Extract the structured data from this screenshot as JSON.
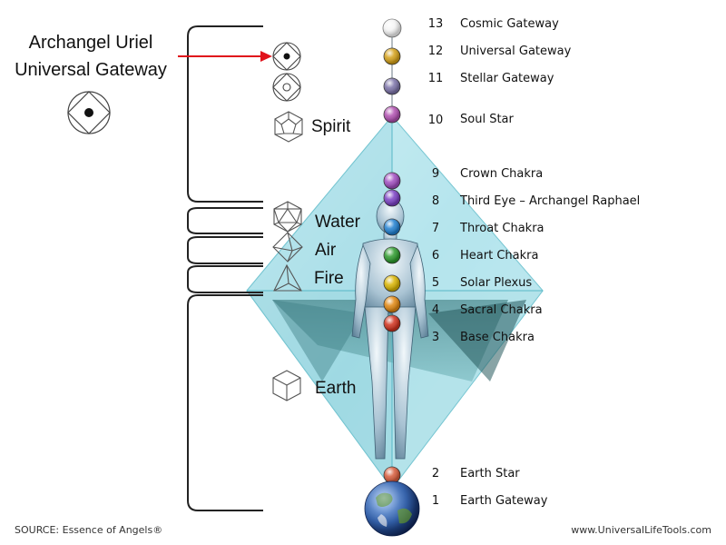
{
  "callout": {
    "line1": "Archangel Uriel",
    "line2": "Universal Gateway",
    "arrow_color": "#e0121b",
    "icon": "circle-in-diamond-icon"
  },
  "elements": [
    {
      "label": "Spirit",
      "icon": "dodecahedron-icon"
    },
    {
      "label": "Water",
      "icon": "icosahedron-icon"
    },
    {
      "label": "Air",
      "icon": "octahedron-icon"
    },
    {
      "label": "Fire",
      "icon": "tetrahedron-icon"
    },
    {
      "label": "Earth",
      "icon": "cube-icon"
    }
  ],
  "chakras": [
    {
      "number": "13",
      "name": "Cosmic Gateway",
      "color": "#f4f4f4"
    },
    {
      "number": "12",
      "name": "Universal Gateway",
      "color": "#d4a017"
    },
    {
      "number": "11",
      "name": "Stellar Gateway",
      "color": "#7b72a8"
    },
    {
      "number": "10",
      "name": "Soul Star",
      "color": "#b04fb0"
    },
    {
      "number": "9",
      "name": "Crown Chakra",
      "color": "#a04cc0"
    },
    {
      "number": "8",
      "name": "Third Eye – Archangel Raphael",
      "color": "#7a3fc4"
    },
    {
      "number": "7",
      "name": "Throat Chakra",
      "color": "#1f7fd0"
    },
    {
      "number": "6",
      "name": "Heart Chakra",
      "color": "#2c9a2c"
    },
    {
      "number": "5",
      "name": "Solar Plexus",
      "color": "#d9b400"
    },
    {
      "number": "4",
      "name": "Sacral Chakra",
      "color": "#e0860f"
    },
    {
      "number": "3",
      "name": "Base Chakra",
      "color": "#d0301c"
    },
    {
      "number": "2",
      "name": "Earth Star",
      "color": "#d65a3a"
    },
    {
      "number": "1",
      "name": "Earth Gateway",
      "color": "#2a5aa8"
    }
  ],
  "footer": {
    "source": "SOURCE:  Essence of Angels®",
    "website": "www.UniversalLifeTools.com"
  },
  "colors": {
    "crystal": "#8fd6e0",
    "crystal_edge": "#56b7c6",
    "bracket": "#222222"
  }
}
